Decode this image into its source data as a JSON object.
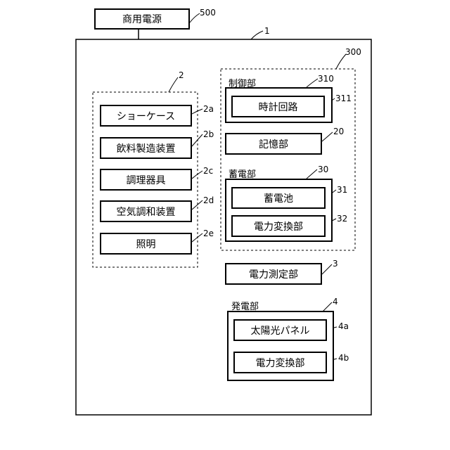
{
  "diagram": {
    "commercial_power": {
      "label": "商用電源",
      "ref": "500"
    },
    "system_ref": "1",
    "loads": {
      "ref": "2",
      "items": [
        {
          "label": "ショーケース",
          "ref": "2a"
        },
        {
          "label": "飲料製造装置",
          "ref": "2b"
        },
        {
          "label": "調理器具",
          "ref": "2c"
        },
        {
          "label": "空気調和装置",
          "ref": "2d"
        },
        {
          "label": "照明",
          "ref": "2e"
        }
      ]
    },
    "control_group": {
      "ref": "300",
      "control_unit": {
        "label": "制御部",
        "ref": "310",
        "clock": {
          "label": "時計回路",
          "ref": "311"
        }
      },
      "storage": {
        "label": "記憶部",
        "ref": "20"
      },
      "battery_unit": {
        "label": "蓄電部",
        "ref": "30",
        "battery": {
          "label": "蓄電池",
          "ref": "31"
        },
        "converter": {
          "label": "電力変換部",
          "ref": "32"
        }
      }
    },
    "power_meter": {
      "label": "電力測定部",
      "ref": "3"
    },
    "generator": {
      "label": "発電部",
      "ref": "4",
      "solar_panel": {
        "label": "太陽光パネル",
        "ref": "4a"
      },
      "converter": {
        "label": "電力変換部",
        "ref": "4b"
      }
    }
  }
}
